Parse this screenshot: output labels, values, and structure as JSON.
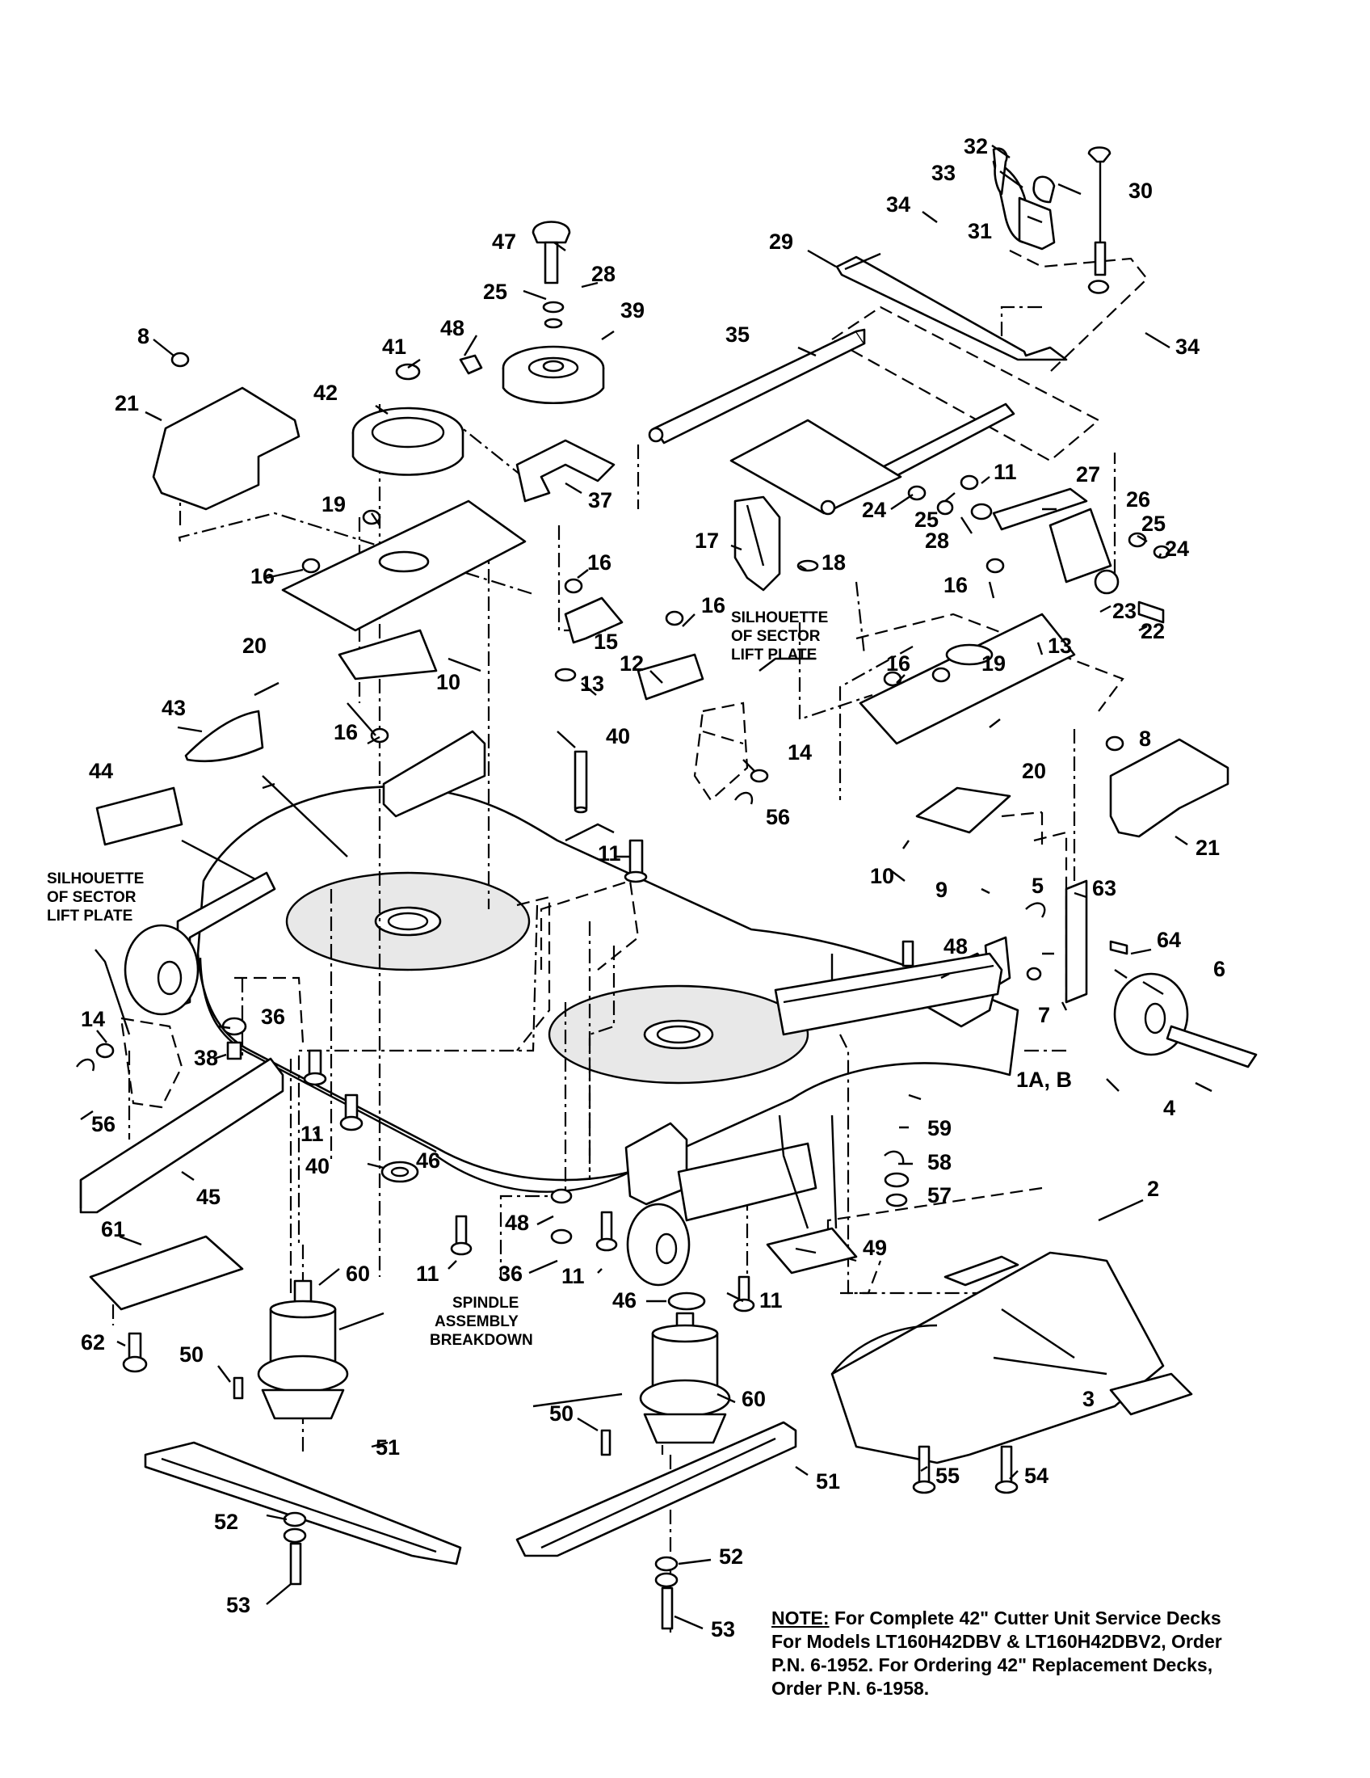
{
  "callouts": [
    {
      "id": "c32",
      "text": "32"
    },
    {
      "id": "c33",
      "text": "33"
    },
    {
      "id": "c30",
      "text": "30"
    },
    {
      "id": "c31",
      "text": "31"
    },
    {
      "id": "c34a",
      "text": "34"
    },
    {
      "id": "c29",
      "text": "29"
    },
    {
      "id": "c34b",
      "text": "34"
    },
    {
      "id": "c47",
      "text": "47"
    },
    {
      "id": "c25a",
      "text": "25"
    },
    {
      "id": "c28a",
      "text": "28"
    },
    {
      "id": "c39",
      "text": "39"
    },
    {
      "id": "c8a",
      "text": "8"
    },
    {
      "id": "c48a",
      "text": "48"
    },
    {
      "id": "c41",
      "text": "41"
    },
    {
      "id": "c35",
      "text": "35"
    },
    {
      "id": "c42",
      "text": "42"
    },
    {
      "id": "c21a",
      "text": "21"
    },
    {
      "id": "c37",
      "text": "37"
    },
    {
      "id": "c11a",
      "text": "11"
    },
    {
      "id": "c27",
      "text": "27"
    },
    {
      "id": "c24a",
      "text": "24"
    },
    {
      "id": "c25b",
      "text": "25"
    },
    {
      "id": "c26",
      "text": "26"
    },
    {
      "id": "c28b",
      "text": "28"
    },
    {
      "id": "c25c",
      "text": "25"
    },
    {
      "id": "c24b",
      "text": "24"
    },
    {
      "id": "c19a",
      "text": "19"
    },
    {
      "id": "c17",
      "text": "17"
    },
    {
      "id": "c18",
      "text": "18"
    },
    {
      "id": "c16a",
      "text": "16"
    },
    {
      "id": "c16b",
      "text": "16"
    },
    {
      "id": "c16c",
      "text": "16"
    },
    {
      "id": "c23",
      "text": "23"
    },
    {
      "id": "c22",
      "text": "22"
    },
    {
      "id": "c15",
      "text": "15"
    },
    {
      "id": "c16d",
      "text": "16"
    },
    {
      "id": "c13a",
      "text": "13"
    },
    {
      "id": "c20a",
      "text": "20"
    },
    {
      "id": "c12",
      "text": "12"
    },
    {
      "id": "c13b",
      "text": "13"
    },
    {
      "id": "c10a",
      "text": "10"
    },
    {
      "id": "c16e",
      "text": "16"
    },
    {
      "id": "c19b",
      "text": "19"
    },
    {
      "id": "c43",
      "text": "43"
    },
    {
      "id": "c16f",
      "text": "16"
    },
    {
      "id": "c40a",
      "text": "40"
    },
    {
      "id": "c8b",
      "text": "8"
    },
    {
      "id": "c14a",
      "text": "14"
    },
    {
      "id": "c20b",
      "text": "20"
    },
    {
      "id": "c44",
      "text": "44"
    },
    {
      "id": "c56a",
      "text": "56"
    },
    {
      "id": "c21b",
      "text": "21"
    },
    {
      "id": "c11b",
      "text": "11"
    },
    {
      "id": "c10b",
      "text": "10"
    },
    {
      "id": "c9",
      "text": "9"
    },
    {
      "id": "c5",
      "text": "5"
    },
    {
      "id": "c63",
      "text": "63"
    },
    {
      "id": "c48b",
      "text": "48"
    },
    {
      "id": "c64",
      "text": "64"
    },
    {
      "id": "c6",
      "text": "6"
    },
    {
      "id": "c36a",
      "text": "36"
    },
    {
      "id": "c7",
      "text": "7"
    },
    {
      "id": "c14b",
      "text": "14"
    },
    {
      "id": "c38",
      "text": "38"
    },
    {
      "id": "c1ab",
      "text": "1A, B"
    },
    {
      "id": "c56b",
      "text": "56"
    },
    {
      "id": "c11c",
      "text": "11"
    },
    {
      "id": "c4",
      "text": "4"
    },
    {
      "id": "c40b",
      "text": "40"
    },
    {
      "id": "c59",
      "text": "59"
    },
    {
      "id": "c46a",
      "text": "46"
    },
    {
      "id": "c58",
      "text": "58"
    },
    {
      "id": "c45",
      "text": "45"
    },
    {
      "id": "c57",
      "text": "57"
    },
    {
      "id": "c2",
      "text": "2"
    },
    {
      "id": "c61",
      "text": "61"
    },
    {
      "id": "c48c",
      "text": "48"
    },
    {
      "id": "c11d",
      "text": "11"
    },
    {
      "id": "c36b",
      "text": "36"
    },
    {
      "id": "c11e",
      "text": "11"
    },
    {
      "id": "c49",
      "text": "49"
    },
    {
      "id": "c60a",
      "text": "60"
    },
    {
      "id": "c46b",
      "text": "46"
    },
    {
      "id": "c11f",
      "text": "11"
    },
    {
      "id": "c62",
      "text": "62"
    },
    {
      "id": "c50a",
      "text": "50"
    },
    {
      "id": "c60b",
      "text": "60"
    },
    {
      "id": "c3",
      "text": "3"
    },
    {
      "id": "c50b",
      "text": "50"
    },
    {
      "id": "c51a",
      "text": "51"
    },
    {
      "id": "c55",
      "text": "55"
    },
    {
      "id": "c54",
      "text": "54"
    },
    {
      "id": "c51b",
      "text": "51"
    },
    {
      "id": "c52a",
      "text": "52"
    },
    {
      "id": "c52b",
      "text": "52"
    },
    {
      "id": "c53a",
      "text": "53"
    },
    {
      "id": "c53b",
      "text": "53"
    }
  ],
  "labels": {
    "silhouette_top": [
      "SILHOUETTE",
      "OF SECTOR",
      "LIFT PLATE"
    ],
    "silhouette_left": [
      "SILHOUETTE",
      "OF SECTOR",
      "LIFT PLATE"
    ],
    "spindle": [
      "SPINDLE",
      "ASSEMBLY",
      "BREAKDOWN"
    ]
  },
  "note": {
    "heading": "NOTE:",
    "line1": " For Complete 42\" Cutter Unit Service Decks",
    "line2": "For Models LT160H42DBV & LT160H42DBV2, Order",
    "line3": "P.N. 6-1952.  For Ordering 42\" Replacement Decks,",
    "line4": "Order P.N. 6-1958."
  }
}
